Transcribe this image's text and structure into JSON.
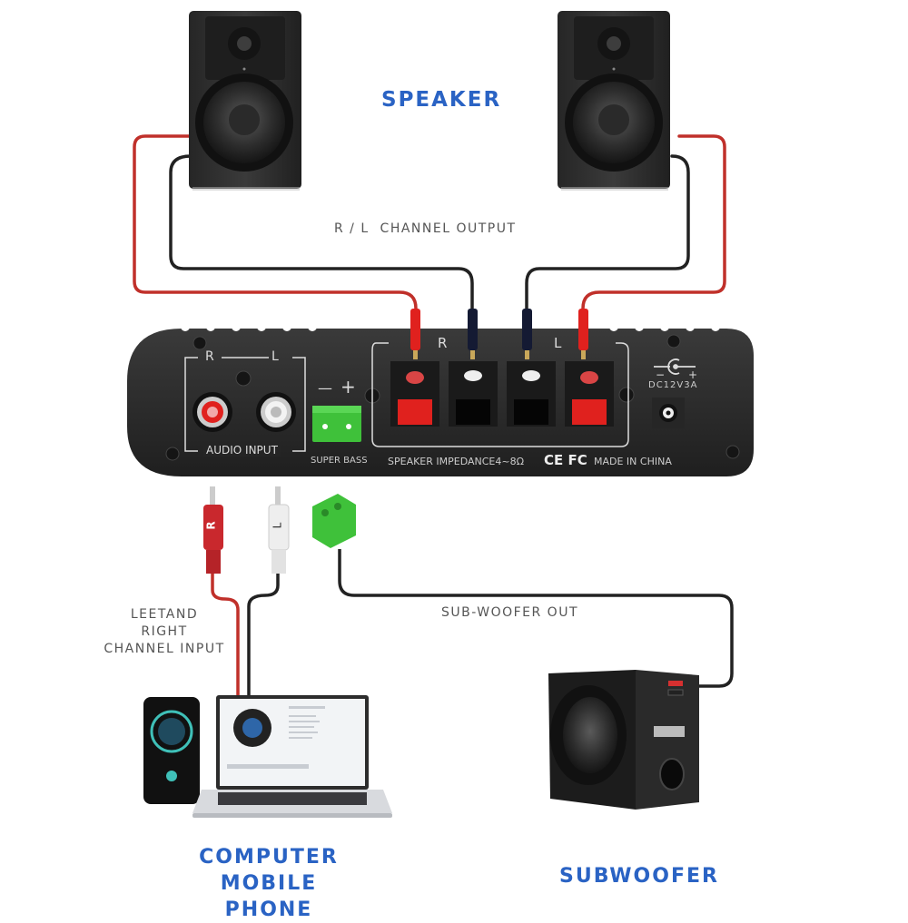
{
  "labels": {
    "speaker": "SPEAKER",
    "rl_channel_output": "R / L  CHANNEL OUTPUT",
    "left_right_input": [
      "LEETAND",
      "RIGHT",
      "CHANNEL INPUT"
    ],
    "subwoofer_out": "SUB-WOOFER OUT",
    "computer_mobile": [
      "COMPUTER",
      "MOBILE PHONE"
    ],
    "subwoofer": "SUBWOOFER"
  },
  "amplifier": {
    "audio_input": {
      "label": "AUDIO INPUT",
      "right": "R",
      "left": "L"
    },
    "super_bass": {
      "label": "SUPER BASS",
      "minus": "—",
      "plus": "+"
    },
    "speaker_terminals": {
      "right": "R",
      "left": "L",
      "impedance": "SPEAKER IMPEDANCE4~8Ω",
      "marks": "CE FC",
      "origin": "MADE IN CHINA"
    },
    "power": {
      "label": "DC12V3A",
      "minus": "−",
      "plus": "+"
    }
  },
  "plugs": {
    "rca_right": "R",
    "rca_left": "L"
  },
  "colors": {
    "title_blue": "#2a63c4",
    "wire_red": "#c0302a",
    "wire_black": "#222222",
    "terminal_green": "#3fc13a",
    "amp_body": "#2b2b2b"
  }
}
